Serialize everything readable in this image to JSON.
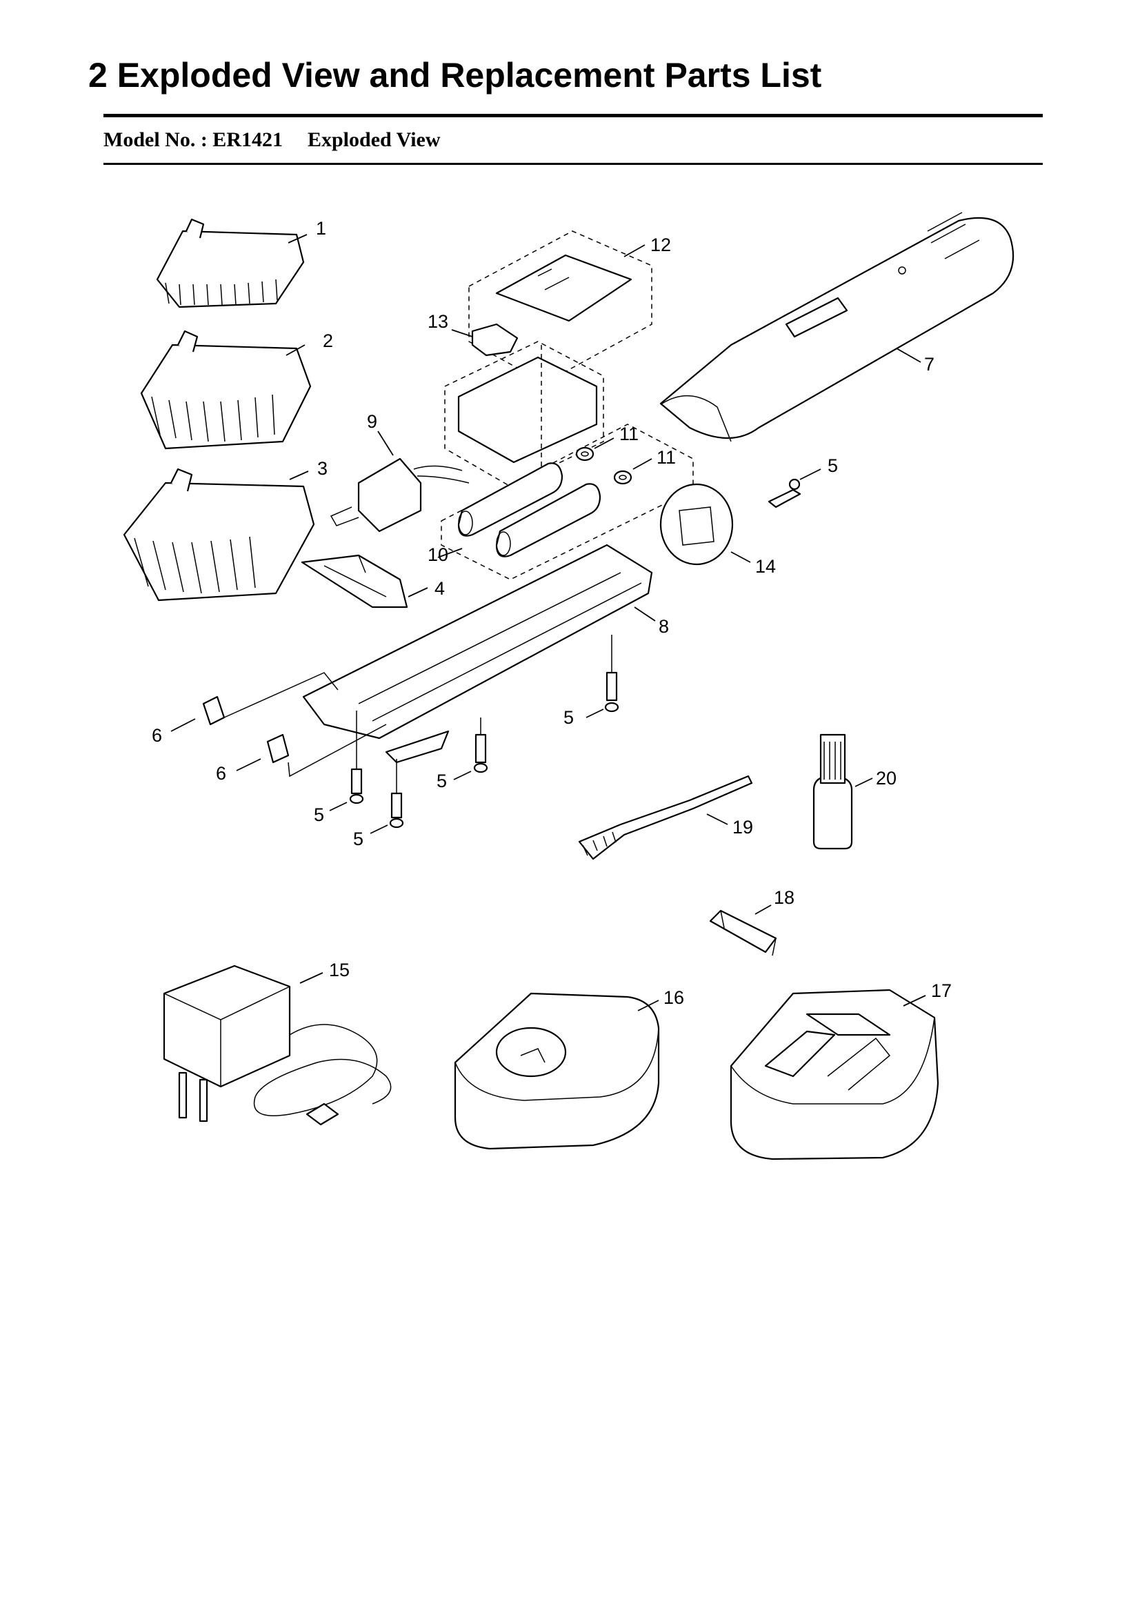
{
  "page": {
    "title": "2  Exploded View and Replacement Parts List",
    "model_label": "Model No. : ER1421",
    "view_label": "Exploded View"
  },
  "callouts": {
    "c1": "1",
    "c2": "2",
    "c3": "3",
    "c4": "4",
    "c5a": "5",
    "c5b": "5",
    "c5c": "5",
    "c5d": "5",
    "c5e": "5",
    "c6a": "6",
    "c6b": "6",
    "c7": "7",
    "c8": "8",
    "c9": "9",
    "c10": "10",
    "c11a": "11",
    "c11b": "11",
    "c12": "12",
    "c13": "13",
    "c14": "14",
    "c15": "15",
    "c16": "16",
    "c17": "17",
    "c18": "18",
    "c19": "19",
    "c20": "20"
  }
}
